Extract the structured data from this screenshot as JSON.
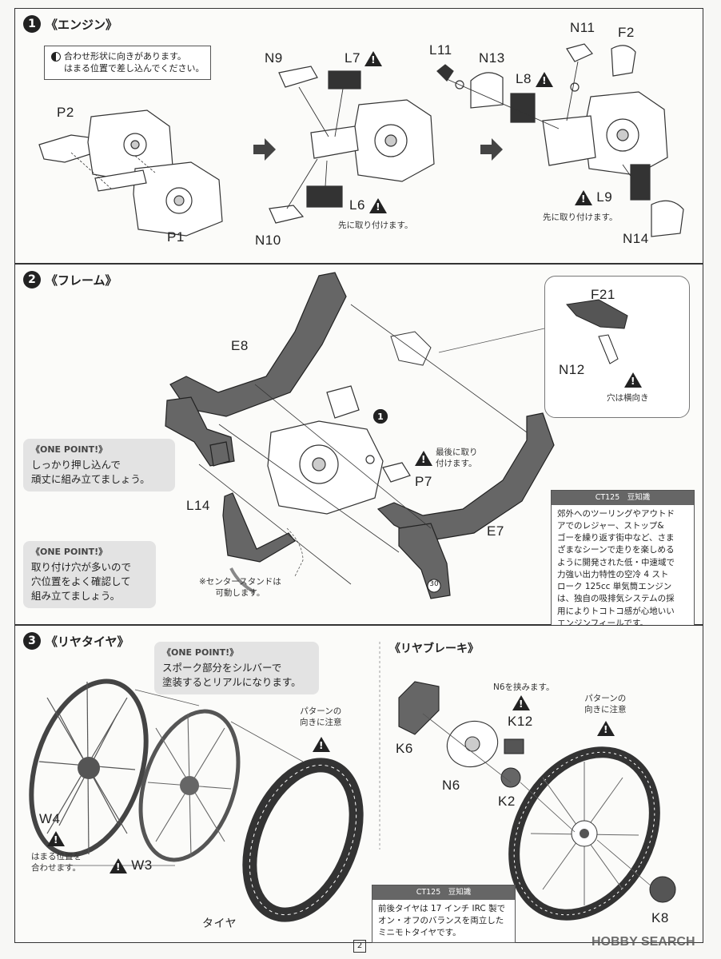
{
  "step1": {
    "num": "1",
    "title": "《エンジン》",
    "hint_line1": "合わせ形状に向きがあります。",
    "hint_line2": "はまる位置で差し込んでください。",
    "labels": {
      "p2": "P2",
      "p1": "P1",
      "n9": "N9",
      "l7": "L7",
      "n10": "N10",
      "l6": "L6",
      "l11": "L11",
      "n13": "N13",
      "l8": "L8",
      "n11": "N11",
      "f2": "F2",
      "l9": "L9",
      "n14": "N14"
    },
    "note_l6": "先に取り付けます。",
    "note_l9": "先に取り付けます。"
  },
  "step2": {
    "num": "2",
    "title": "《フレーム》",
    "labels": {
      "e8": "E8",
      "f21": "F21",
      "n12": "N12",
      "p7": "P7",
      "l14": "L14",
      "e7": "E7",
      "ref1": "1",
      "ref30": "30"
    },
    "note_hole": "穴は横向き",
    "note_p7_1": "最後に取り",
    "note_p7_2": "付けます。",
    "note_stand_1": "※センタースタンドは",
    "note_stand_2": "可動します。",
    "onepoint1": {
      "title": "《ONE POINT!》",
      "line1": "しっかり押し込んで",
      "line2": "頑丈に組み立てましょう。"
    },
    "onepoint2": {
      "title": "《ONE POINT!》",
      "line1": "取り付け穴が多いので",
      "line2": "穴位置をよく確認して",
      "line3": "組み立てましょう。"
    },
    "trivia": {
      "title": "CT125　豆知識",
      "lines": [
        "郊外へのツーリングやアウトド",
        "アでのレジャー、ストップ&",
        "ゴーを繰り返す街中など、さま",
        "ざまなシーンで走りを楽しめる",
        "ように開発された低・中速域で",
        "力強い出力特性の空冷 4 スト",
        "ローク 125cc 単気筒エンジン",
        "は、独自の吸排気システムの採",
        "用によりトコトコ感が心地いい",
        "エンジンフィールです。"
      ]
    }
  },
  "step3": {
    "num": "3",
    "title": "《リヤタイヤ》",
    "sub_title": "《リヤブレーキ》",
    "onepoint": {
      "title": "《ONE POINT!》",
      "line1": "スポーク部分をシルバーで",
      "line2": "塗装するとリアルになります。"
    },
    "labels": {
      "w4": "W4",
      "w3": "W3",
      "tire": "タイヤ",
      "k6": "K6",
      "n6": "N6",
      "k12": "K12",
      "k2": "K2",
      "k8": "K8"
    },
    "note_pattern1_1": "パターンの",
    "note_pattern1_2": "向きに注意",
    "note_pattern2_1": "パターンの",
    "note_pattern2_2": "向きに注意",
    "note_w4_1": "はまる位置を",
    "note_w4_2": "合わせます。",
    "note_n6": "N6を挟みます。",
    "trivia": {
      "title": "CT125　豆知識",
      "lines": [
        "前後タイヤは 17 インチ IRC 製で",
        "オン・オフのバランスを両立した",
        "ミニモトタイヤです。"
      ]
    }
  },
  "page": {
    "number": "2"
  },
  "watermark": "HOBBY SEARCH"
}
